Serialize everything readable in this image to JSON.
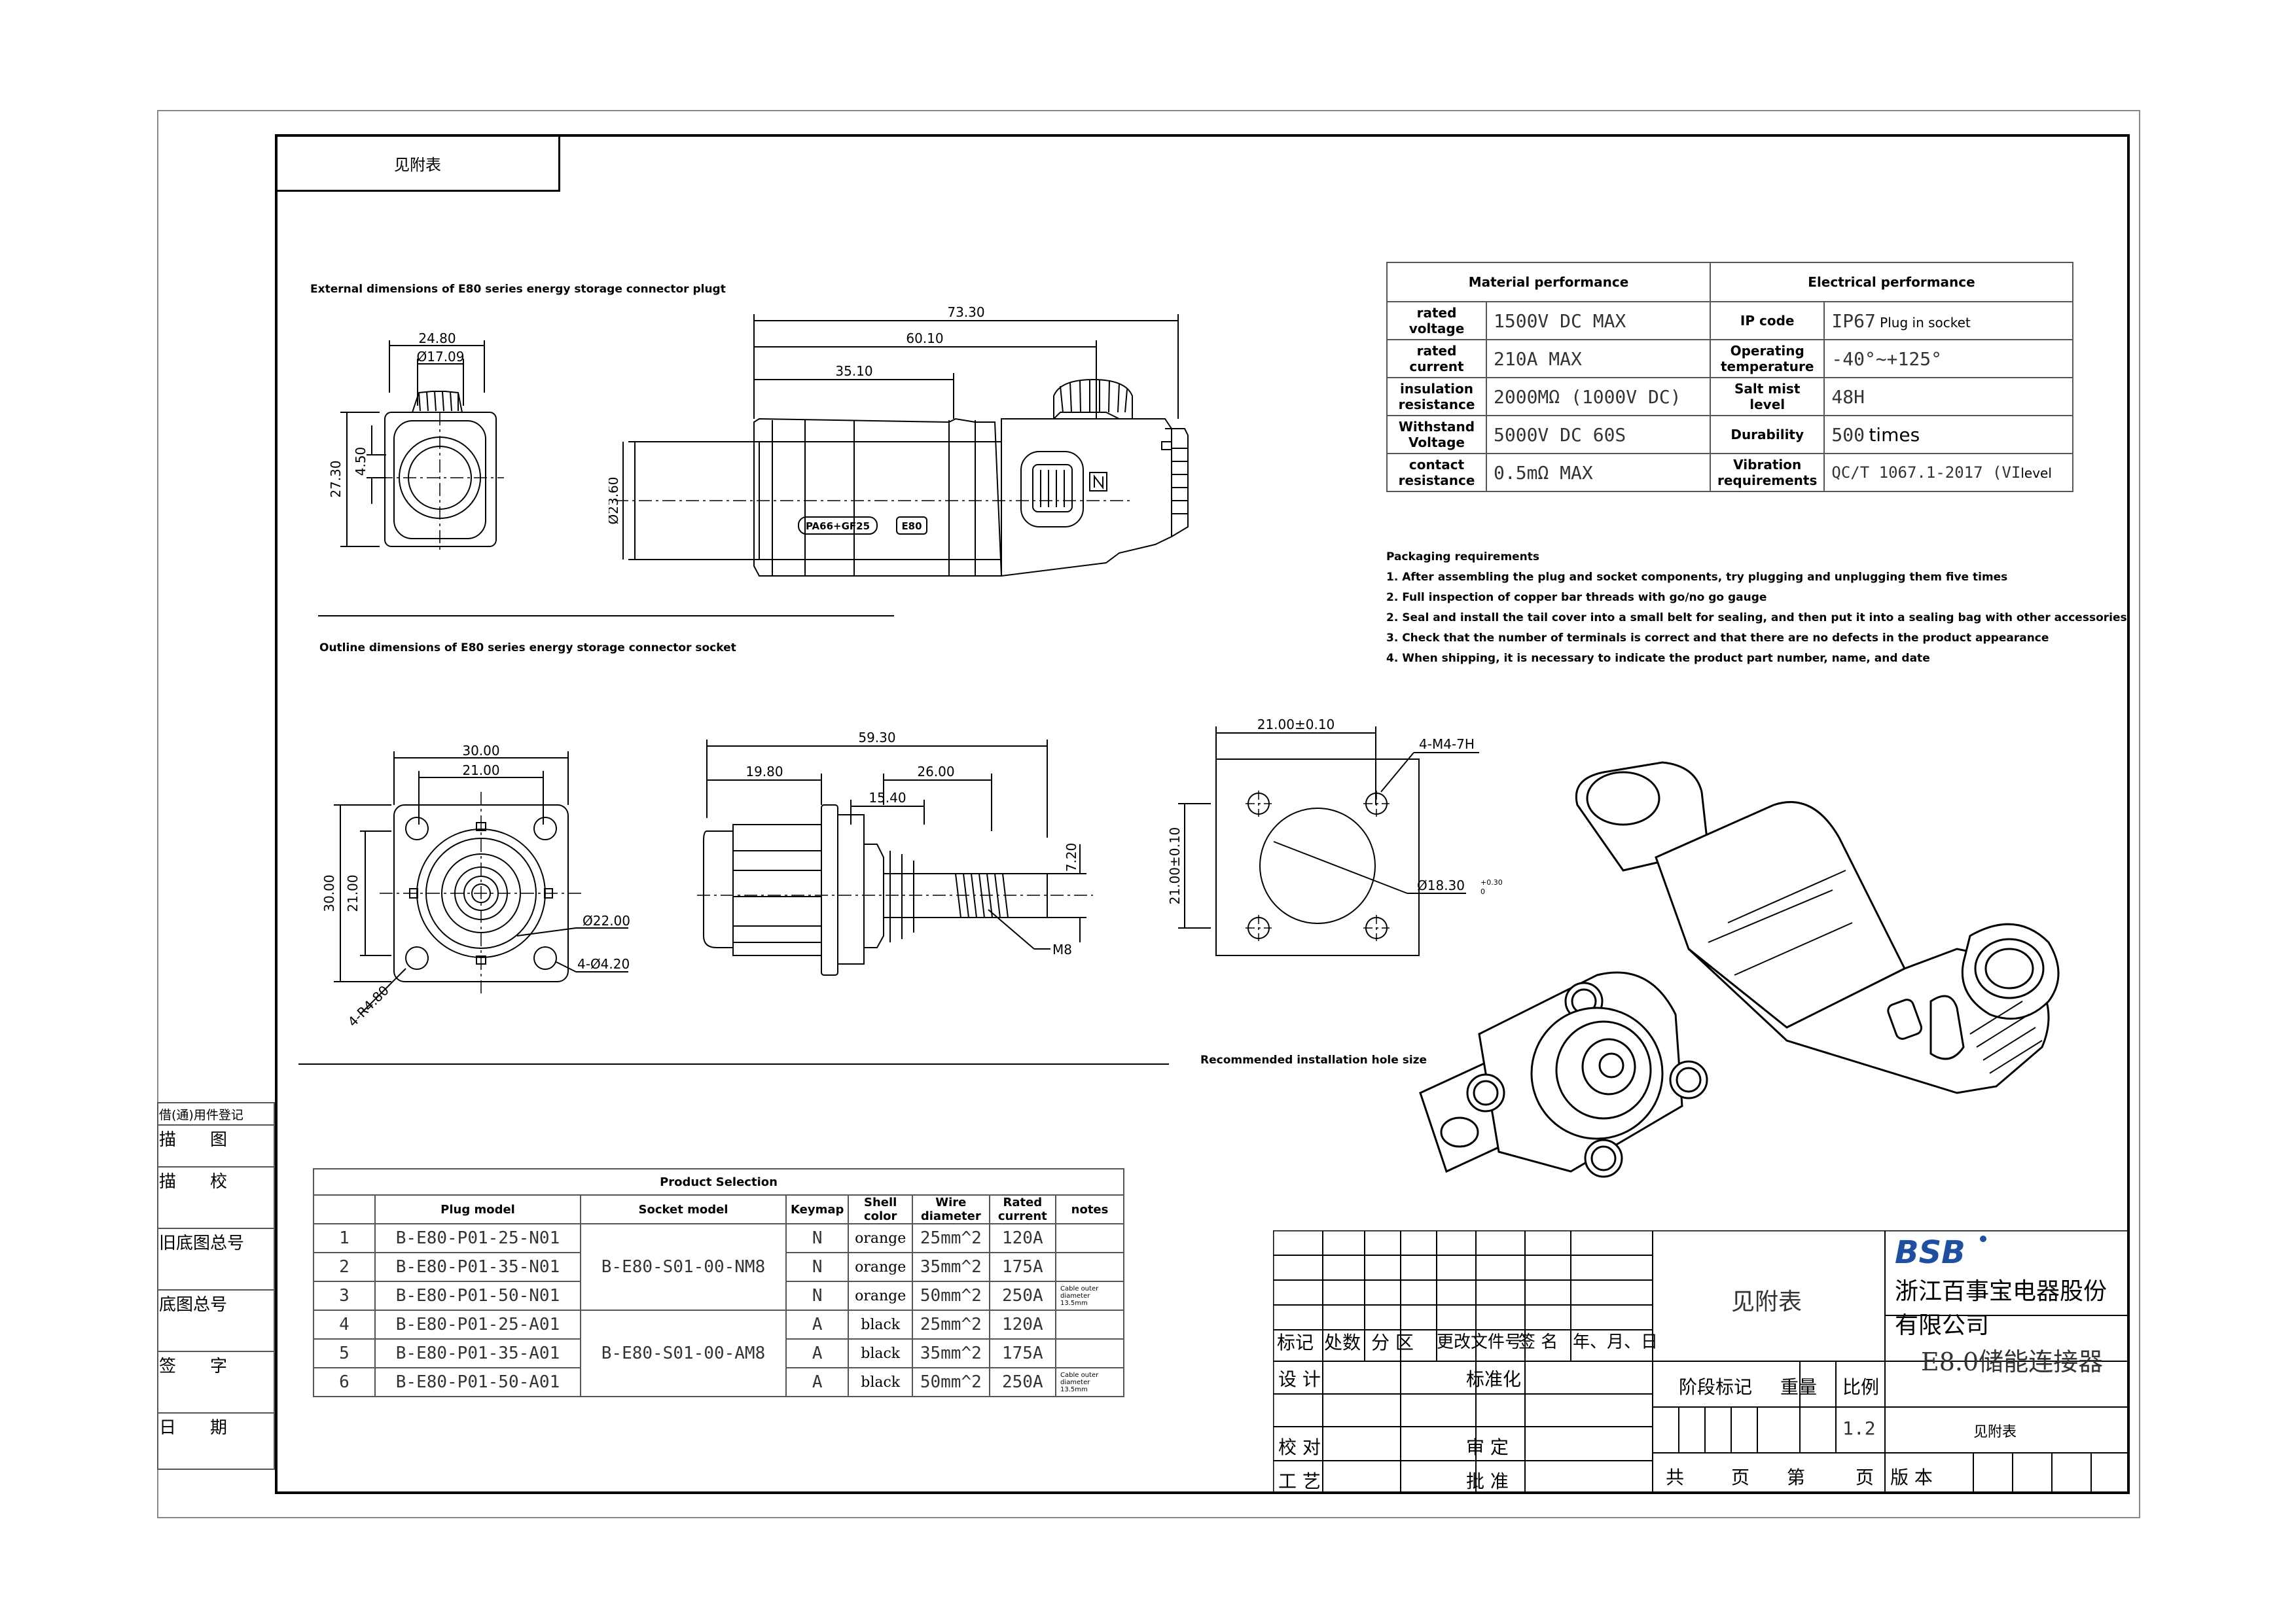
{
  "tab_label": "见附表",
  "plug_section_title": "External dimensions of E80 series energy storage connector plugt",
  "socket_section_title": "Outline dimensions of E80 series energy storage connector socket",
  "hole_section_title": "Recommended installation hole size",
  "plug_dims": {
    "d1": "24.80",
    "d2": "Ø17.09",
    "d3": "27.30",
    "d4": "4.50",
    "d5": "Ø23.60",
    "d6": "73.30",
    "d7": "60.10",
    "d8": "35.10",
    "marking1": "PA66+GF25",
    "marking2": "E80"
  },
  "socket_dims": {
    "d1": "30.00",
    "d2": "21.00",
    "d3": "30.00",
    "d4": "21.00",
    "d5": "Ø22.00",
    "d6": "4-Ø4.20",
    "d7": "4-R4.80",
    "d8": "59.30",
    "d9": "19.80",
    "d10": "26.00",
    "d11": "15.40",
    "d12": "7.20",
    "d13": "M8"
  },
  "hole_dims": {
    "d1": "21.00±0.10",
    "d2": "4-M4-7H",
    "d3": "21.00±0.10",
    "d4": "Ø18.30",
    "d4_tol_upper": "+0.30",
    "d4_tol_lower": "0"
  },
  "spec_table": {
    "material_header": "Material performance",
    "electrical_header": "Electrical performance",
    "rows": [
      {
        "m_label": "rated voltage",
        "m_value": "1500V DC MAX",
        "e_label": "IP code",
        "e_value": "IP67",
        "e_note": "Plug in socket"
      },
      {
        "m_label": "rated current",
        "m_value": "210A MAX",
        "e_label": "Operating temperature",
        "e_value": "-40°~+125°",
        "e_note": ""
      },
      {
        "m_label": "insulation resistance",
        "m_value": "2000MΩ (1000V DC)",
        "e_label": "Salt mist level",
        "e_value": "48H",
        "e_note": ""
      },
      {
        "m_label": "Withstand Voltage",
        "m_value": "5000V DC 60S",
        "e_label": "Durability",
        "e_value": "500",
        "e_note": "times"
      },
      {
        "m_label": "contact resistance",
        "m_value": "0.5mΩ MAX",
        "e_label": "Vibration requirements",
        "e_value": "QC/T 1067.1-2017 (VI",
        "e_note": "level"
      }
    ]
  },
  "packaging": {
    "title": "Packaging requirements",
    "items": [
      "1. After assembling the plug and socket components, try plugging and unplugging them five times",
      "2. Full inspection of copper bar threads with go/no go gauge",
      "2. Seal and install the tail cover into a small belt for sealing, and then put it into a sealing bag with other accessories",
      "3. Check that the number of terminals is correct and that there are no defects in the product appearance",
      "4. When shipping, it is necessary to indicate the product part number, name, and date"
    ]
  },
  "product_selection": {
    "title": "Product Selection",
    "headers": [
      "",
      "Plug model",
      "Socket model",
      "Keymap",
      "Shell color",
      "Wire diameter",
      "Rated current",
      "notes"
    ],
    "rows": [
      {
        "no": "1",
        "plug": "B-E80-P01-25-N01",
        "key": "N",
        "color": "orange",
        "wire": "25mm^2",
        "current": "120A",
        "note": ""
      },
      {
        "no": "2",
        "plug": "B-E80-P01-35-N01",
        "key": "N",
        "color": "orange",
        "wire": "35mm^2",
        "current": "175A",
        "note": ""
      },
      {
        "no": "3",
        "plug": "B-E80-P01-50-N01",
        "key": "N",
        "color": "orange",
        "wire": "50mm^2",
        "current": "250A",
        "note": "Cable outer diameter 13.5mm"
      },
      {
        "no": "4",
        "plug": "B-E80-P01-25-A01",
        "key": "A",
        "color": "black",
        "wire": "25mm^2",
        "current": "120A",
        "note": ""
      },
      {
        "no": "5",
        "plug": "B-E80-P01-35-A01",
        "key": "A",
        "color": "black",
        "wire": "35mm^2",
        "current": "175A",
        "note": ""
      },
      {
        "no": "6",
        "plug": "B-E80-P01-50-A01",
        "key": "A",
        "color": "black",
        "wire": "50mm^2",
        "current": "250A",
        "note": "Cable outer diameter 13.5mm"
      }
    ],
    "socket_n": "B-E80-S01-00-NM8",
    "socket_a": "B-E80-S01-00-AM8"
  },
  "side_table": {
    "header": "借(通)用件登记",
    "rows": [
      "描　　图",
      "描　　校",
      "旧底图总号",
      "底图总号",
      "签　　字",
      "日　　期"
    ]
  },
  "title_block": {
    "logo": "BSB",
    "company": "浙江百事宝电器股份有限公司",
    "drawing_number": "见附表",
    "product_name": "E8.0储能连接器",
    "material_ref": "见附表",
    "scale": "1.2",
    "c_biaoji": "标记",
    "c_chushu": "处数",
    "c_fenqu": "分 区",
    "c_genggai": "更改文件号",
    "c_qianming": "签 名",
    "c_date": "年、月、日",
    "c_sheji": "设 计",
    "c_biaozhunhua": "标准化",
    "c_jiaodui": "校 对",
    "c_shending": "审 定",
    "c_gongyi": "工 艺",
    "c_pizhun": "批 准",
    "c_jieduan": "阶段标记",
    "c_zhongliang": "重量",
    "c_bili": "比例",
    "c_gong": "共",
    "c_ye": "页",
    "c_di": "第",
    "c_ye2": "页",
    "c_banben": "版 本"
  }
}
